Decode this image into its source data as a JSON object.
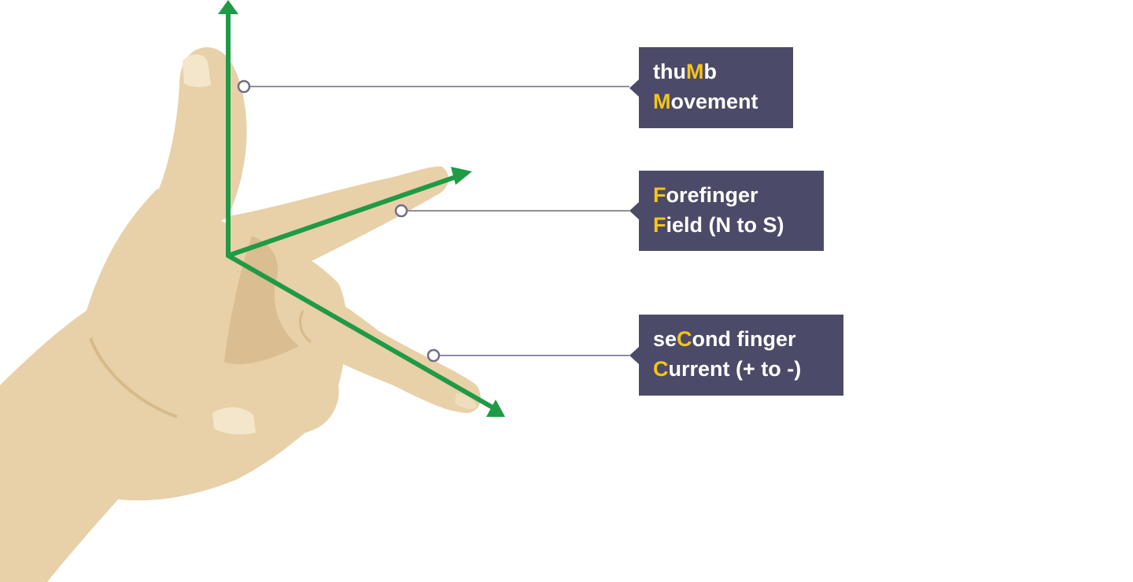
{
  "colors": {
    "skin": "#e8d0a8",
    "skin_shadow": "#d7ba8c",
    "nail": "#f3e6cb",
    "arrow": "#1f9a46",
    "leader_line": "#8e8da6",
    "label_bg": "#4b4a68",
    "label_text": "#ffffff",
    "highlight": "#f5c518"
  },
  "labels": [
    {
      "id": "thumb",
      "lines": [
        [
          {
            "t": "thu",
            "hl": false
          },
          {
            "t": "M",
            "hl": true
          },
          {
            "t": "b",
            "hl": false
          }
        ],
        [
          {
            "t": "M",
            "hl": true
          },
          {
            "t": "ovement",
            "hl": false
          }
        ]
      ]
    },
    {
      "id": "forefinger",
      "lines": [
        [
          {
            "t": "F",
            "hl": true
          },
          {
            "t": "orefinger",
            "hl": false
          }
        ],
        [
          {
            "t": "F",
            "hl": true
          },
          {
            "t": "ield (N to S)",
            "hl": false
          }
        ]
      ]
    },
    {
      "id": "second-finger",
      "lines": [
        [
          {
            "t": "se",
            "hl": false
          },
          {
            "t": "C",
            "hl": true
          },
          {
            "t": "ond finger",
            "hl": false
          }
        ],
        [
          {
            "t": "C",
            "hl": true
          },
          {
            "t": "urrent (+ to -)",
            "hl": false
          }
        ]
      ]
    }
  ]
}
